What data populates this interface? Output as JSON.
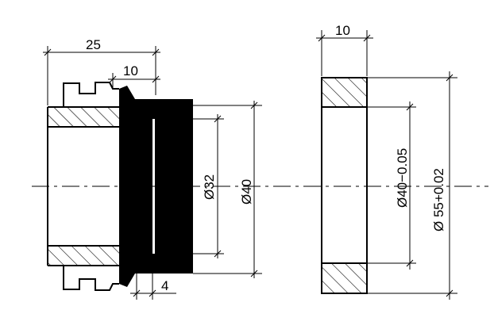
{
  "drawing": {
    "left_part": {
      "overall_length": "25",
      "flange_length": "10",
      "groove_width": "4",
      "inner_diameter": "Ø32",
      "outer_diameter": "Ø40"
    },
    "right_part": {
      "width": "10",
      "bore_diameter": "Ø40−0.05",
      "outer_diameter": "Ø 55+0.02"
    }
  }
}
